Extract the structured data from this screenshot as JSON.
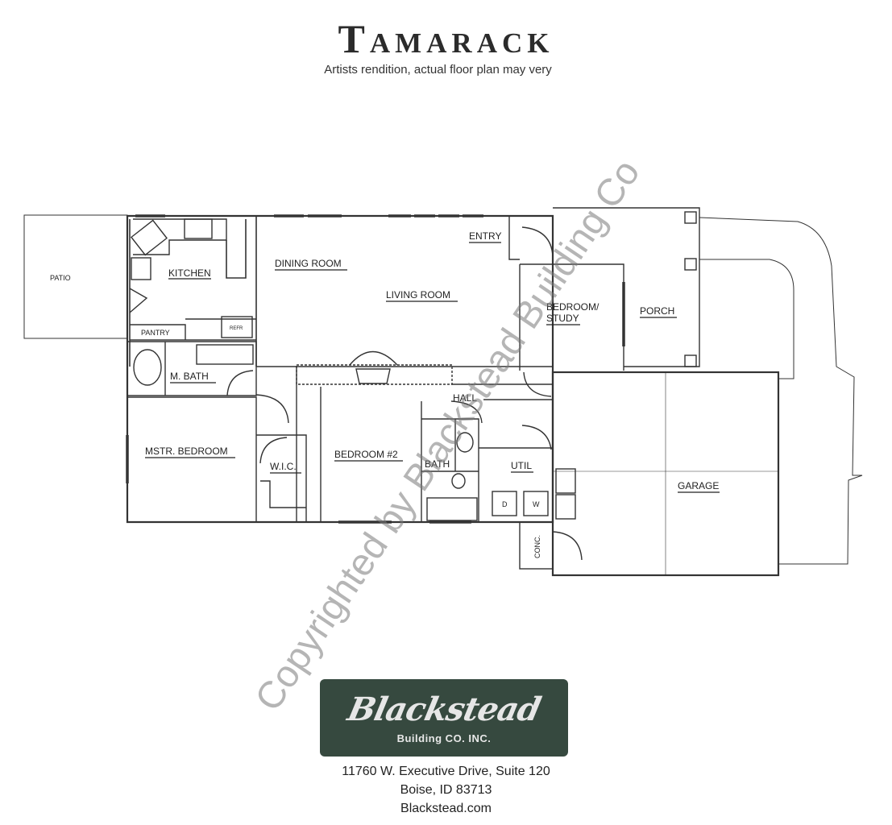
{
  "header": {
    "title": "Tamarack",
    "subtitle": "Artists rendition, actual floor plan may very"
  },
  "rooms": {
    "patio": "PATIO",
    "kitchen": "KITCHEN",
    "pantry": "PANTRY",
    "dining_room": "DINING ROOM",
    "living_room": "LIVING ROOM",
    "entry": "ENTRY",
    "bedroom_study_line1": "BEDROOM/",
    "bedroom_study_line2": "STUDY",
    "porch": "PORCH",
    "m_bath": "M. BATH",
    "hall": "HALL",
    "mstr_bedroom": "MSTR. BEDROOM",
    "wic": "W.I.C.",
    "bedroom2": "BEDROOM #2",
    "bath": "BATH",
    "util": "UTIL",
    "garage": "GARAGE",
    "conc": "CONC.",
    "refr": "REFR",
    "dryer": "D",
    "washer": "W"
  },
  "watermark": "Copyrighted by Blackstead Building Co",
  "logo": {
    "wordmark": "Blackstead",
    "company": "Building CO. INC."
  },
  "address": {
    "line1": "11760 W. Executive Drive, Suite 120",
    "line2": "Boise, ID 83713",
    "line3": "Blackstead.com"
  },
  "colors": {
    "logo_background": "#36493f",
    "wall": "#333333",
    "watermark": "#8a8a8a"
  }
}
